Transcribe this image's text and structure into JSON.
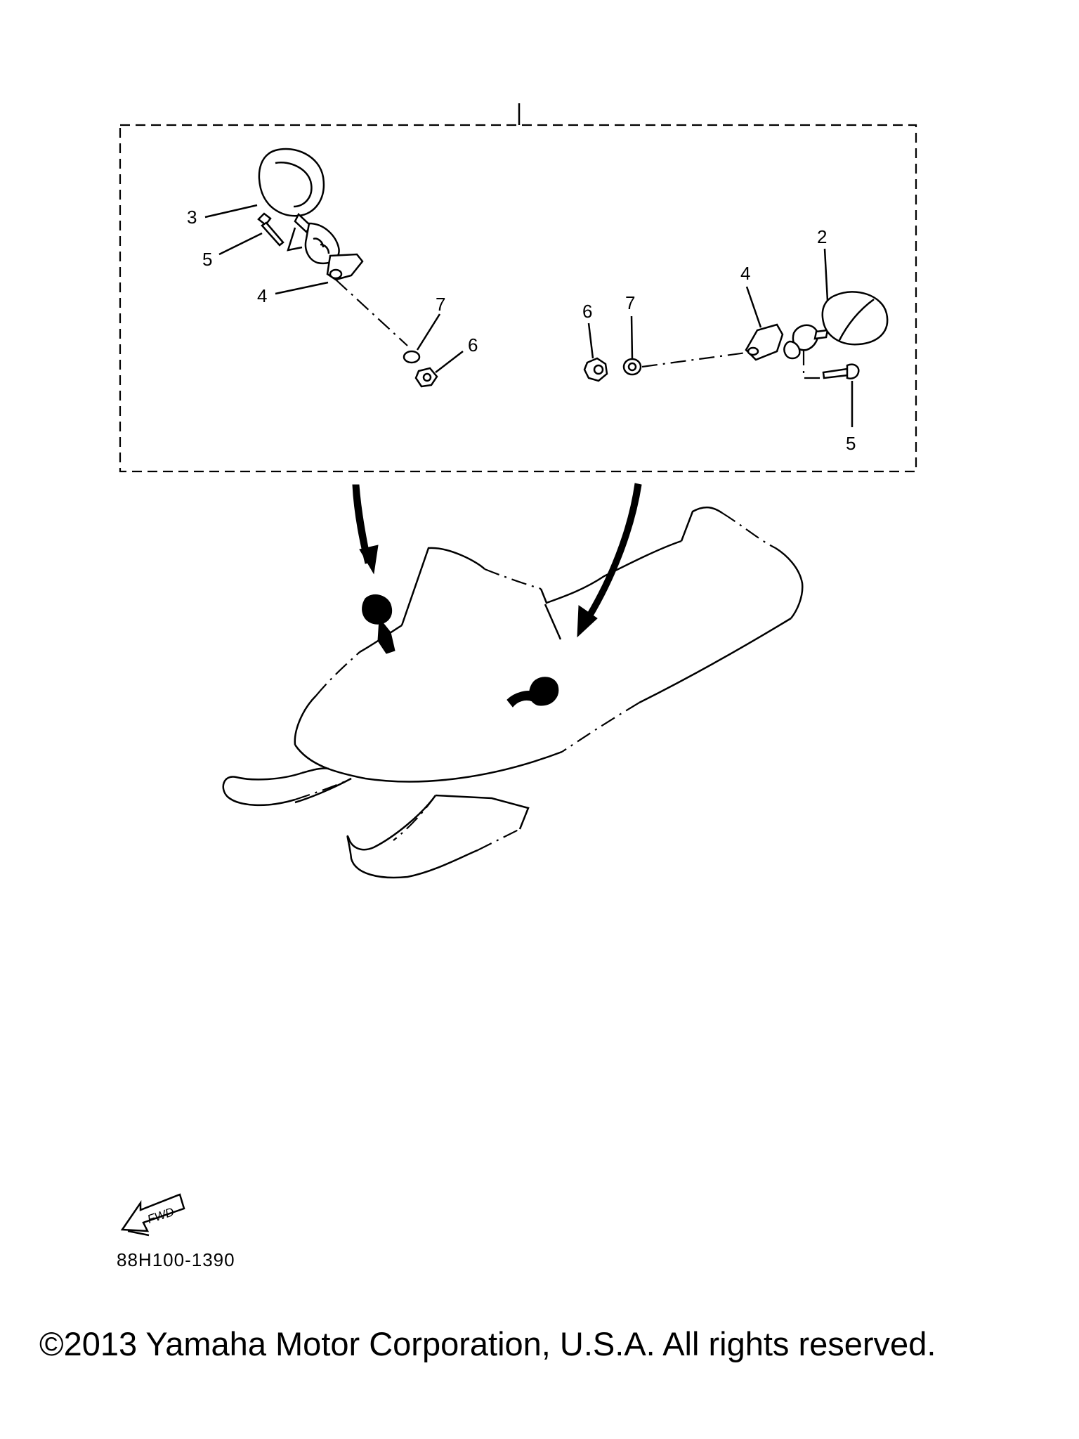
{
  "callouts": {
    "mirror_left": "3",
    "mirror_right": "2",
    "stay_left": "4",
    "stay_right": "4",
    "bolt_left": "5",
    "bolt_right": "5",
    "nut_left": "6",
    "nut_right": "6",
    "washer_left": "7",
    "washer_right": "7"
  },
  "fwd_label": "FWD",
  "part_code": "88H100-1390",
  "copyright": "©2013 Yamaha Motor Corporation, U.S.A. All rights reserved."
}
